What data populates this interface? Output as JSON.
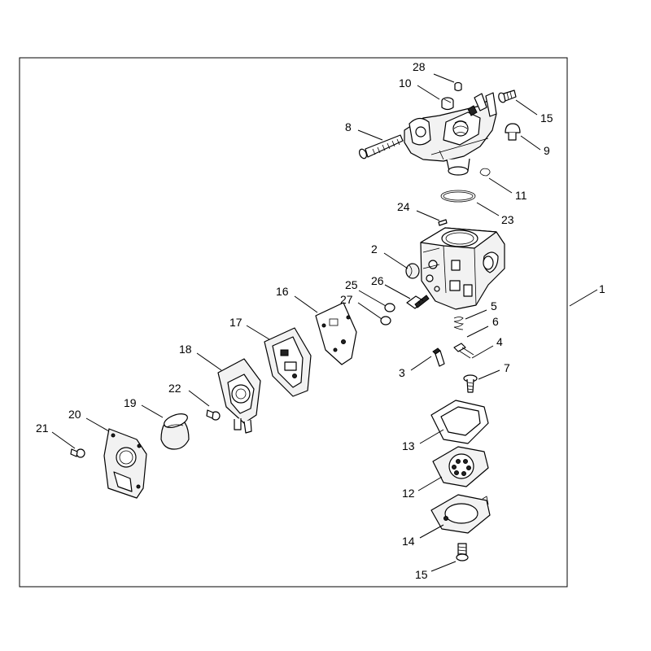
{
  "callouts": [
    {
      "id": "c1",
      "text": "1"
    },
    {
      "id": "c2",
      "text": "2"
    },
    {
      "id": "c3",
      "text": "3"
    },
    {
      "id": "c4",
      "text": "4"
    },
    {
      "id": "c5",
      "text": "5"
    },
    {
      "id": "c6",
      "text": "6"
    },
    {
      "id": "c7",
      "text": "7"
    },
    {
      "id": "c8",
      "text": "8"
    },
    {
      "id": "c9",
      "text": "9"
    },
    {
      "id": "c10",
      "text": "10"
    },
    {
      "id": "c11",
      "text": "11"
    },
    {
      "id": "c12",
      "text": "12"
    },
    {
      "id": "c13",
      "text": "13"
    },
    {
      "id": "c14",
      "text": "14"
    },
    {
      "id": "c15a",
      "text": "15"
    },
    {
      "id": "c15b",
      "text": "15"
    },
    {
      "id": "c16",
      "text": "16"
    },
    {
      "id": "c17",
      "text": "17"
    },
    {
      "id": "c18",
      "text": "18"
    },
    {
      "id": "c19",
      "text": "19"
    },
    {
      "id": "c20",
      "text": "20"
    },
    {
      "id": "c21",
      "text": "21"
    },
    {
      "id": "c22",
      "text": "22"
    },
    {
      "id": "c23",
      "text": "23"
    },
    {
      "id": "c24",
      "text": "24"
    },
    {
      "id": "c25",
      "text": "25"
    },
    {
      "id": "c26",
      "text": "26"
    },
    {
      "id": "c27",
      "text": "27"
    },
    {
      "id": "c28",
      "text": "28"
    }
  ]
}
